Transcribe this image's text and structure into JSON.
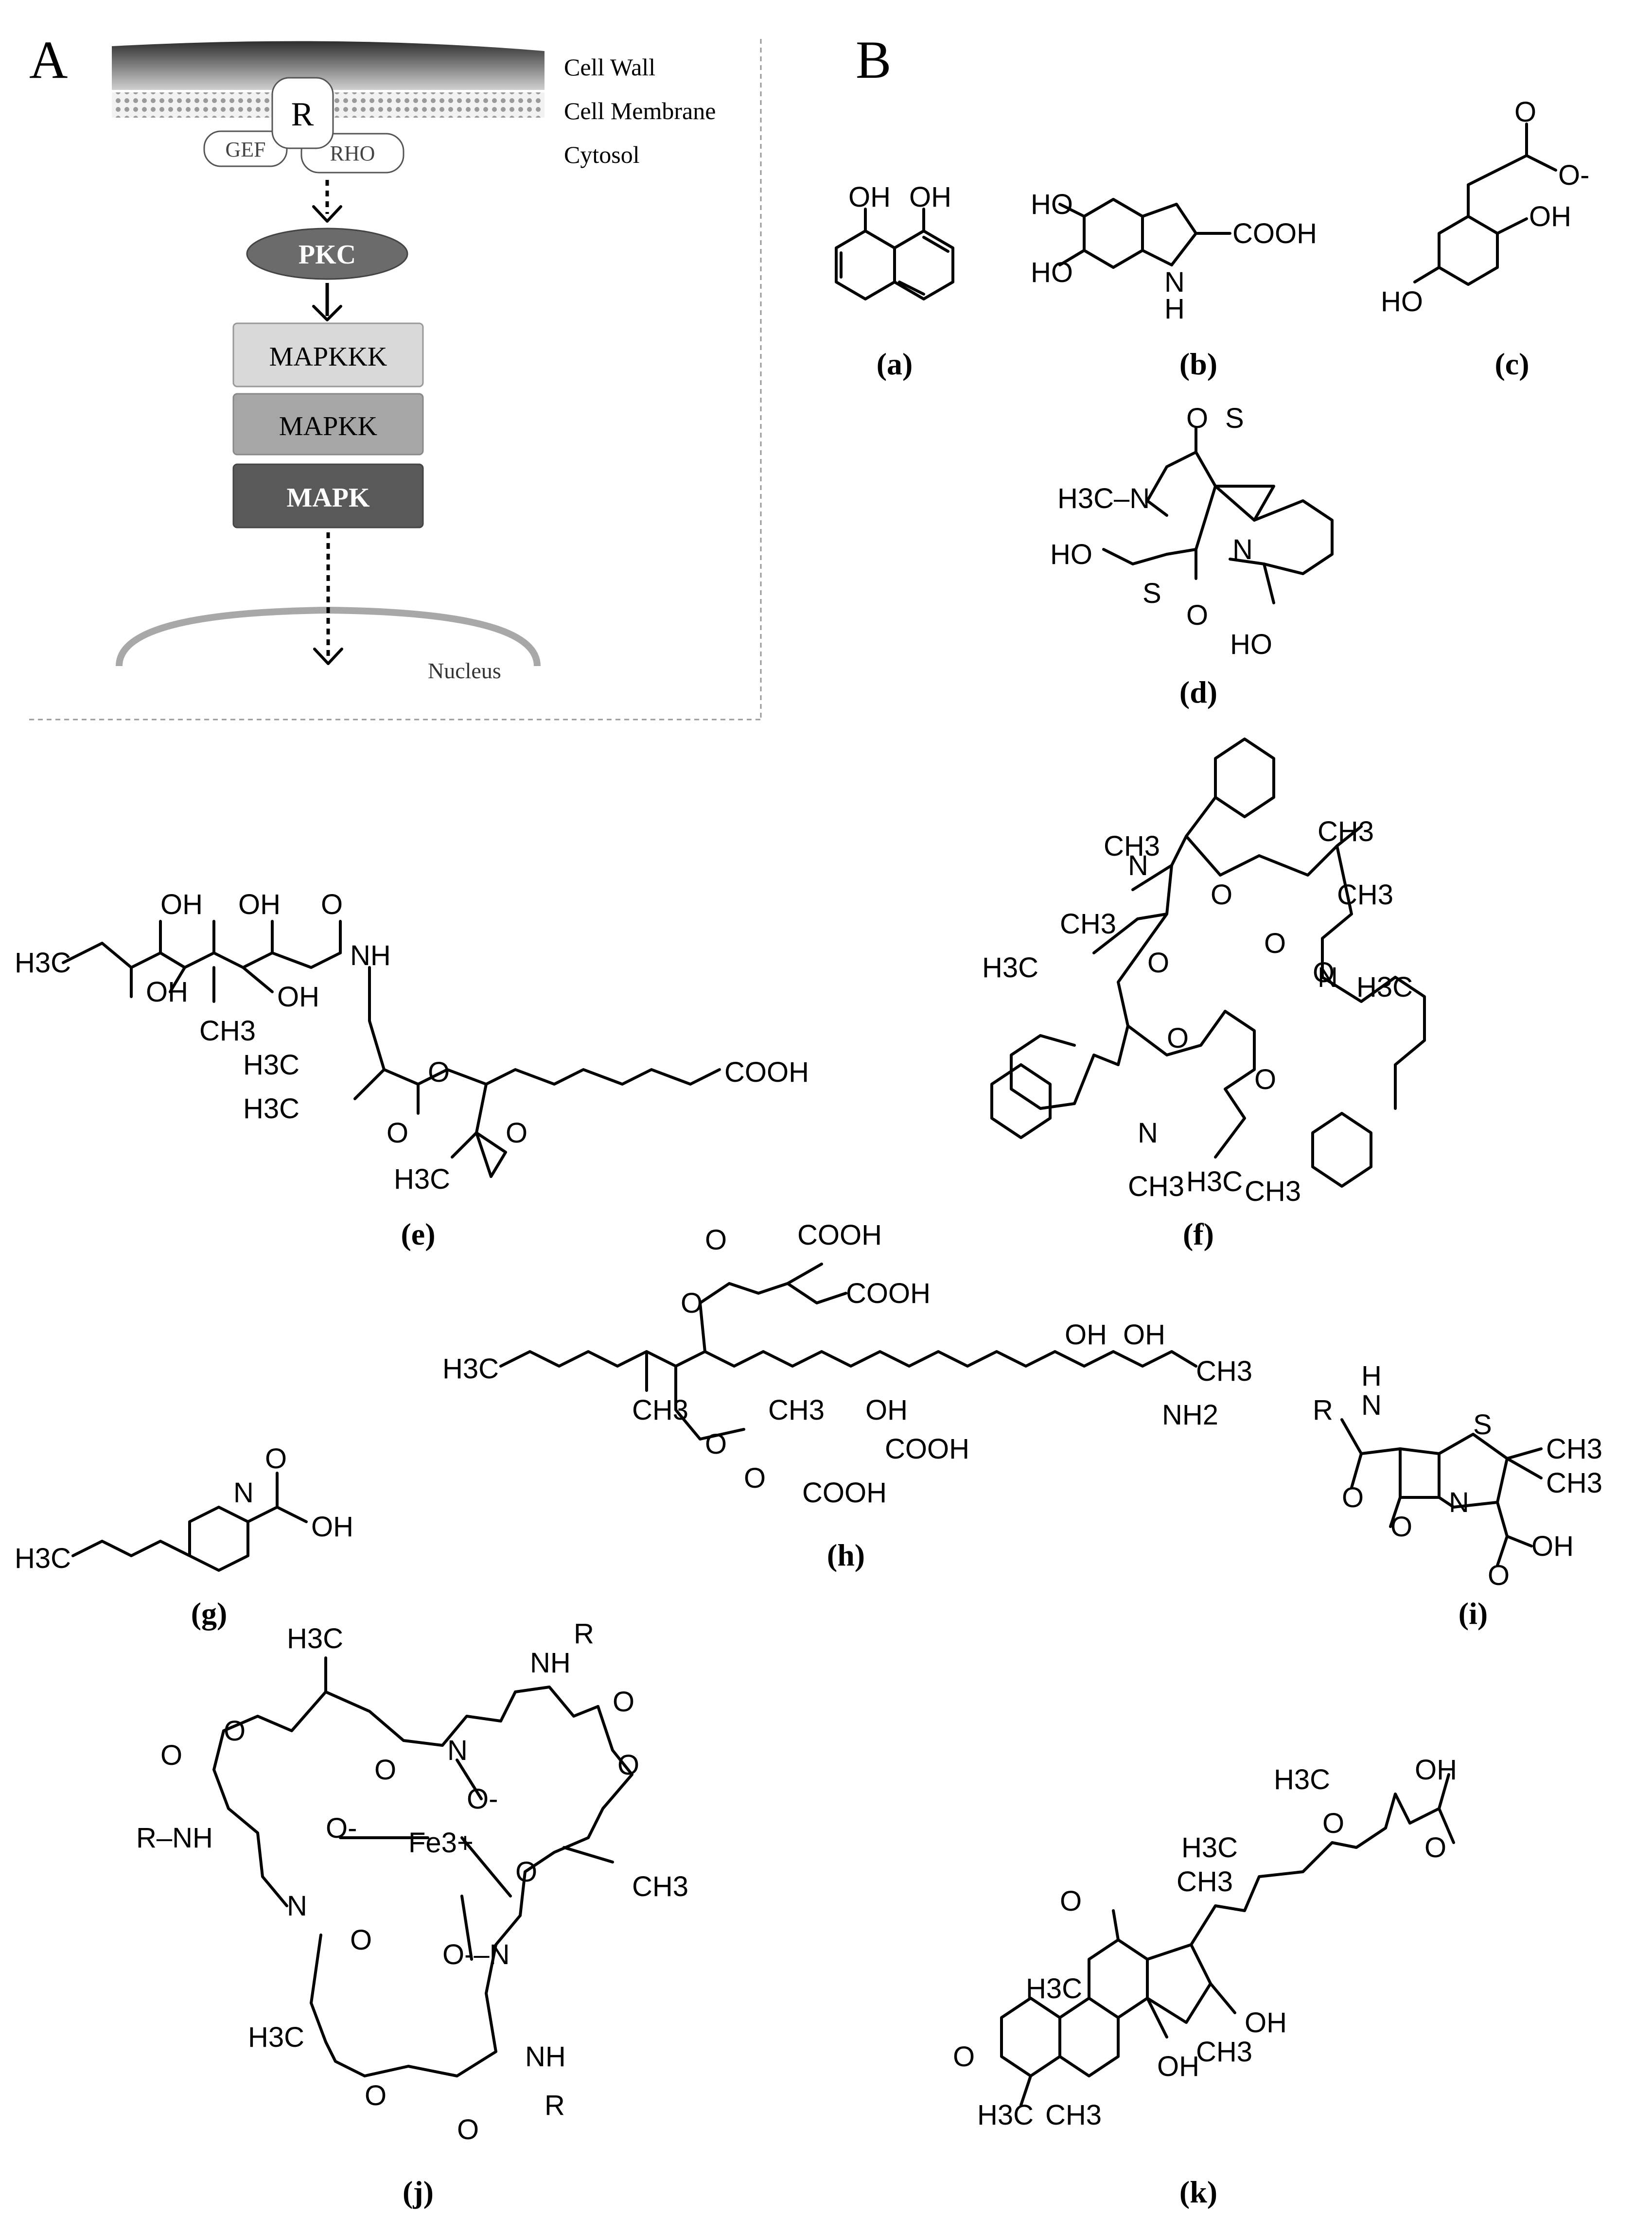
{
  "panel_a": {
    "letter": "A",
    "layers": {
      "cell_wall": "Cell Wall",
      "cell_membrane": "Cell Membrane",
      "cytosol": "Cytosol"
    },
    "receptor": "R",
    "gef": "GEF",
    "rho": "RHO",
    "pkc": "PKC",
    "mapkkk": "MAPKKK",
    "mapkk": "MAPKK",
    "mapk": "MAPK",
    "nucleus": "Nucleus",
    "colors": {
      "pkc": "#6b6b6b",
      "mapkkk": "#d9d9d9",
      "mapkk": "#a6a6a6",
      "mapk": "#595959",
      "wall_dark": "#3a3a3a",
      "nucleus": "#a8a8a8"
    }
  },
  "panel_b": {
    "letter": "B"
  },
  "compound_labels": {
    "a": "(a)",
    "b": "(b)",
    "c": "(c)",
    "d": "(d)",
    "e": "(e)",
    "f": "(f)",
    "g": "(g)",
    "h": "(h)",
    "i": "(i)",
    "j": "(j)",
    "k": "(k)"
  },
  "atoms": {
    "oh": "OH",
    "ho": "HO",
    "cooh": "COOH",
    "o": "O",
    "o_minus": "O-",
    "n": "N",
    "nh": "NH",
    "h": "H",
    "s": "S",
    "h3c": "H3C",
    "ch3": "CH3",
    "nh2": "NH2",
    "r": "R",
    "fe": "Fe3+",
    "h3c_n": "H3C–N",
    "r_nh": "R–NH",
    "o_n": "O-–N",
    "n_o": "N–O-"
  }
}
